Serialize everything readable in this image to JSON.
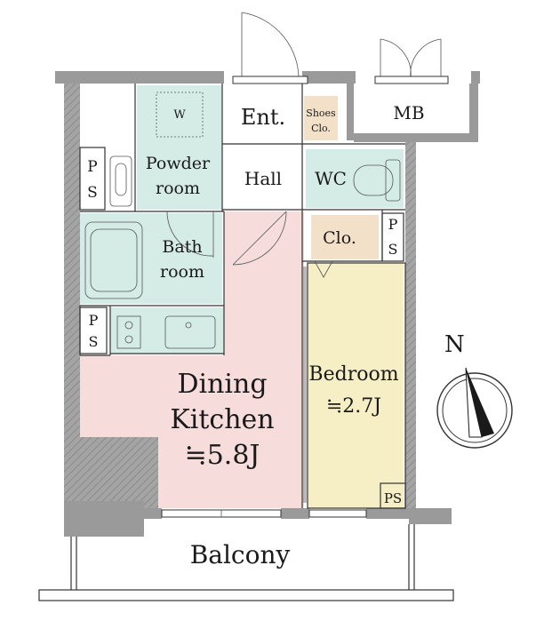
{
  "colors": {
    "dining": "#f7dcdc",
    "bedroom": "#f6efc6",
    "wet": "#d5ece6",
    "closet": "#f2e0c8",
    "wall": "#9a9a9a",
    "background": "#ffffff"
  },
  "rooms": {
    "entrance": "Ent.",
    "shoes_line1": "Shoes",
    "shoes_line2": "Clo.",
    "meter_box": "MB",
    "powder_line1": "Powder",
    "powder_line2": "room",
    "washer": "W",
    "hall": "Hall",
    "wc": "WC",
    "bath_line1": "Bath",
    "bath_line2": "room",
    "closet": "Clo.",
    "ps_left_top_1": "P",
    "ps_left_top_2": "S",
    "ps_left_mid_1": "P",
    "ps_left_mid_2": "S",
    "ps_right_1": "P",
    "ps_right_2": "S",
    "ps_corner": "PS",
    "dining_line1": "Dining",
    "dining_line2": "Kitchen",
    "dining_size": "≒5.8J",
    "bedroom_line1": "Bedroom",
    "bedroom_size": "≒2.7J",
    "balcony": "Balcony"
  },
  "compass": {
    "north_label": "N",
    "icon": "compass-icon"
  }
}
